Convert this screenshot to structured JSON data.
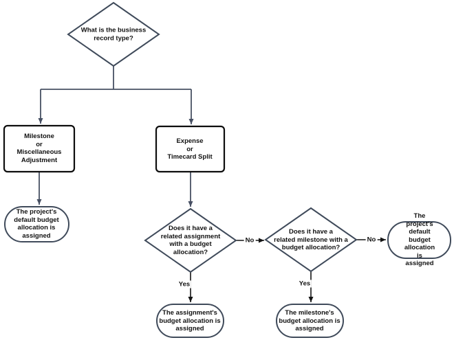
{
  "diagram": {
    "colors": {
      "background": "#ffffff",
      "decision_stroke": "#3f4a5a",
      "terminal_stroke": "#3f4a5a",
      "process_stroke": "#0d0d0d",
      "tree_edge": "#475063",
      "branch_edge": "#141414",
      "text": "#111111"
    },
    "nodes": {
      "root_question": {
        "type": "decision",
        "label": "What is the business\nrecord type?"
      },
      "milestone_branch": {
        "type": "process",
        "label": "Milestone\nor\nMiscellaneous\nAdjustment"
      },
      "expense_branch": {
        "type": "process",
        "label": "Expense\nor\nTimecard Split"
      },
      "project_default_left": {
        "type": "terminal",
        "label": "The project's\ndefault budget\nallocation is\nassigned"
      },
      "assignment_question": {
        "type": "decision",
        "label": "Does it have a\nrelated assignment\nwith a budget\nallocation?"
      },
      "milestone_question": {
        "type": "decision",
        "label": "Does it have a\nrelated milestone with a\nbudget allocation?"
      },
      "project_default_right": {
        "type": "terminal",
        "label": "The project's\ndefault budget\nallocation is\nassigned"
      },
      "assignment_result": {
        "type": "terminal",
        "label": "The assignment's\nbudget allocation is\nassigned"
      },
      "milestone_result": {
        "type": "terminal",
        "label": "The milestone's\nbudget allocation is\nassigned"
      }
    },
    "edge_labels": {
      "assignment_no": "No",
      "assignment_yes": "Yes",
      "milestone_no": "No",
      "milestone_yes": "Yes"
    }
  }
}
